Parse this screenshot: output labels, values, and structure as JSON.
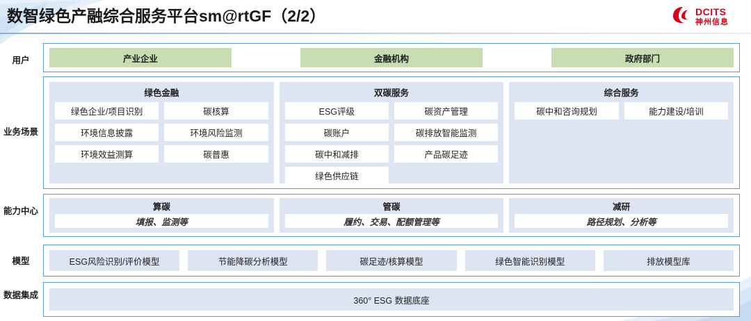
{
  "header": {
    "title": "数智绿色产融综合服务平台sm@rtGF（2/2）",
    "logo_text": "DCITS",
    "logo_sub": "神州信息",
    "logo_color": "#d9001b"
  },
  "colors": {
    "border_blue": "#5b9bd5",
    "panel_fill": "#dde4f2",
    "green_fill": "#c8ddb2",
    "cell_white": "#ffffff",
    "text": "#1f1f1f"
  },
  "rows": {
    "users": {
      "label": "用户",
      "items": [
        "产业企业",
        "金融机构",
        "政府部门"
      ]
    },
    "scenarios": {
      "label": "业务场景",
      "groups": [
        {
          "title": "绿色金融",
          "items": [
            "绿色企业/项目识别",
            "碳核算",
            "环境信息披露",
            "环境风险监测",
            "环境效益测算",
            "碳普惠"
          ]
        },
        {
          "title": "双碳服务",
          "items": [
            "ESG评级",
            "碳资产管理",
            "碳账户",
            "碳排放智能监测",
            "碳中和减排",
            "产品碳足迹",
            "绿色供应链"
          ]
        },
        {
          "title": "综合服务",
          "items": [
            "碳中和咨询规划",
            "能力建设/培训"
          ]
        }
      ]
    },
    "capability": {
      "label": "能力中心",
      "groups": [
        {
          "title": "算碳",
          "sub": "填报、监测等"
        },
        {
          "title": "管碳",
          "sub": "履约、交易、配额管理等"
        },
        {
          "title": "减研",
          "sub": "路径规划、分析等"
        }
      ]
    },
    "models": {
      "label": "模型",
      "items": [
        "ESG风险识别/评价模型",
        "节能降碳分析模型",
        "碳足迹/核算模型",
        "绿色智能识别模型",
        "排放模型库"
      ]
    },
    "data": {
      "label": "数据集成",
      "items": [
        "360° ESG 数据底座"
      ]
    }
  }
}
